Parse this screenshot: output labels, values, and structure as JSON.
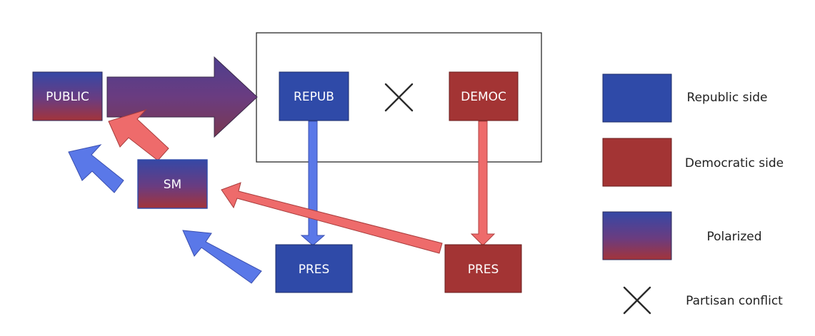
{
  "nodes": {
    "public": "PUBLIC",
    "repub": "REPUB",
    "democ": "DEMOC",
    "sm": "SM",
    "pres_repub": "PRES",
    "pres_democ": "PRES"
  },
  "legend": {
    "republic": "Republic side",
    "democratic": "Democratic side",
    "polarized": "Polarized",
    "conflict": "Partisan conflict"
  },
  "colors": {
    "republic": "#2f4aa8",
    "democratic": "#a33434",
    "blue_arrow": "#5a78e8",
    "red_arrow": "#ee6b6b",
    "outline": "#2a2a2a"
  }
}
